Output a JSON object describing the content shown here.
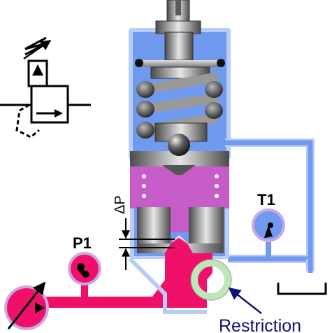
{
  "labels": {
    "delta_p": "ΔP",
    "p1": "P1",
    "t1": "T1",
    "restriction": "Restriction"
  },
  "colors": {
    "tank_blue": "#7099f0",
    "tank_blue_light": "#b8ccf8",
    "pressure_pink": "#f0106a",
    "pilot_violet": "#c65cc8",
    "gauge_rim": "#c9a8e6",
    "restriction_ring": "#bfe6b8",
    "steel_dark": "#3a3a3a",
    "steel_light": "#cfcfcf",
    "arrow_navy": "#10107a"
  },
  "icons": {
    "symbol": "pressure-relief-valve-symbol",
    "pump": "variable-pump-icon",
    "p1_gauge": "pressure-gauge-icon",
    "t1_gauge": "tank-gauge-icon",
    "reservoir": "reservoir-tank-icon"
  }
}
